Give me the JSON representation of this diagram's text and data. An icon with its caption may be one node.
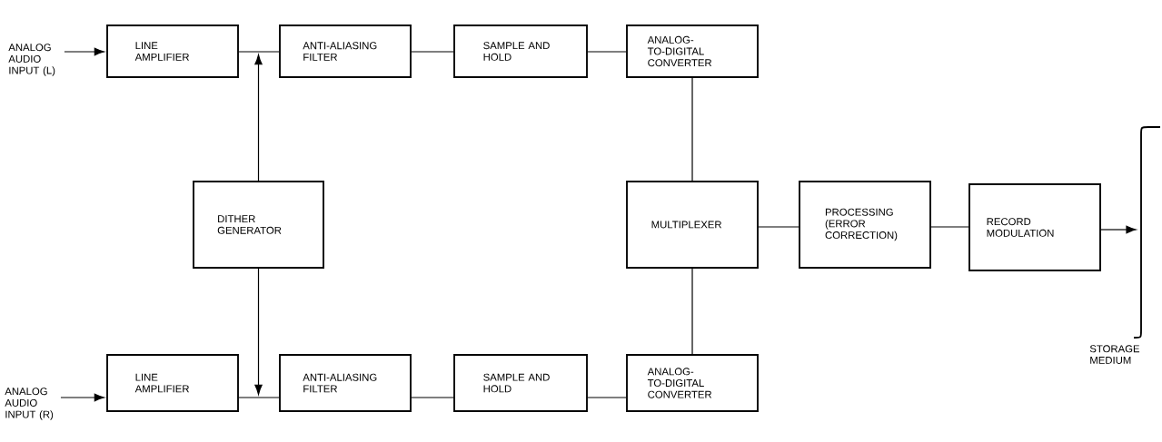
{
  "diagram": {
    "nodes": [
      {
        "text": [
          "ANALOG AUDIO INPUT (L)"
        ]
      },
      {
        "text": [
          "LINE AMPLIFIER"
        ]
      },
      {
        "text": [
          "ANTI-ALIASING FILTER"
        ]
      },
      {
        "text": [
          "SAMPLE AND HOLD"
        ]
      },
      {
        "text": [
          "ANALOG-TO-DIGITAL CONVERTER"
        ]
      },
      {
        "text": [
          "DITHER GENERATOR"
        ]
      },
      {
        "text": [
          "MULTIPLEXER"
        ]
      },
      {
        "text": [
          "PROCESSING (ERROR CORRECTION)"
        ]
      },
      {
        "text": [
          "RECORD MODULATION"
        ]
      },
      {
        "text": [],
        "shape": "bracket",
        "beside": [
          "STORAGE MEDIUM"
        ]
      },
      {
        "text": [
          "ANALOG AUDIO INPUT (R)"
        ]
      },
      {
        "text": [
          "LINE AMPLIFIER"
        ]
      },
      {
        "text": [
          "ANTI-ALIASING FILTER"
        ]
      },
      {
        "text": [
          "SAMPLE AND HOLD"
        ]
      },
      {
        "text": [
          "ANALOG-TO-DIGITAL CONVERTER"
        ]
      }
    ],
    "edges": [
      {
        "from": 0,
        "to": 1,
        "arrow": "to"
      },
      {
        "from": 1,
        "to": 2,
        "arrow": "none"
      },
      {
        "from": 2,
        "to": 3,
        "arrow": "none"
      },
      {
        "from": 3,
        "to": 4,
        "arrow": "none"
      },
      {
        "from": 4,
        "to": 6,
        "arrow": "none"
      },
      {
        "from": 5,
        "to": null,
        "arrow": "to"
      },
      {
        "from": 5,
        "to": null,
        "arrow": "to"
      },
      {
        "from": 6,
        "to": 7,
        "arrow": "none"
      },
      {
        "from": 7,
        "to": 8,
        "arrow": "none"
      },
      {
        "from": 8,
        "to": 9,
        "arrow": "to"
      },
      {
        "from": 10,
        "to": 11,
        "arrow": "to"
      },
      {
        "from": 11,
        "to": 12,
        "arrow": "none"
      },
      {
        "from": 12,
        "to": 13,
        "arrow": "none"
      },
      {
        "from": 13,
        "to": 14,
        "arrow": "none"
      },
      {
        "from": 6,
        "to": 14,
        "arrow": "none"
      }
    ]
  }
}
